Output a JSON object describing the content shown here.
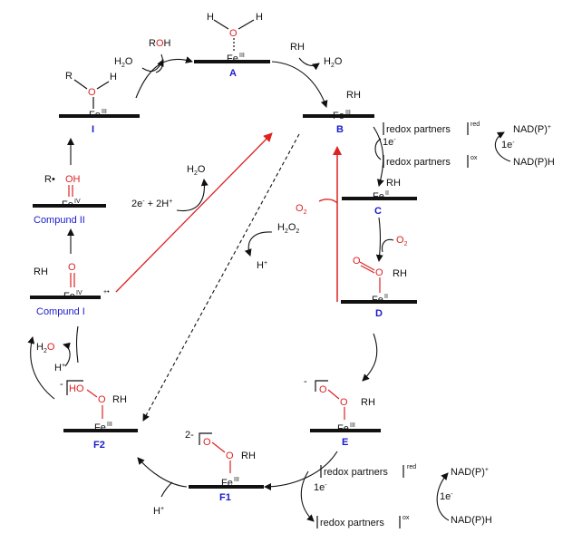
{
  "species": {
    "A": {
      "label": "A",
      "metal": "Fe",
      "ox": "III",
      "water_H": "H",
      "water_O": "O"
    },
    "B": {
      "label": "B",
      "metal": "Fe",
      "ox": "III",
      "substrate": "RH"
    },
    "C": {
      "label": "C",
      "metal": "Fe",
      "ox": "II",
      "substrate": "RH"
    },
    "D": {
      "label": "D",
      "metal": "Fe",
      "ox": "II",
      "substrate": "RH",
      "O": "O"
    },
    "E": {
      "label": "E",
      "metal": "Fe",
      "ox": "III",
      "substrate": "RH",
      "O": "O",
      "charge": "-"
    },
    "F1": {
      "label": "F1",
      "metal": "Fe",
      "ox": "III",
      "substrate": "RH",
      "O": "O",
      "charge": "2-"
    },
    "F2": {
      "label": "F2",
      "metal": "Fe",
      "ox": "III",
      "substrate": "RH",
      "O": "O",
      "HO": "HO",
      "charge": "-"
    },
    "CpdI": {
      "label": "Compund I",
      "metal": "Fe",
      "ox": "IV",
      "substrate": "RH",
      "O": "O",
      "charge": "+•"
    },
    "CpdII": {
      "label": "Compund II",
      "metal": "Fe",
      "ox": "IV",
      "radical": "R•",
      "OH": "OH"
    },
    "I": {
      "label": "I",
      "metal": "Fe",
      "ox": "III",
      "R": "R",
      "O": "O",
      "H": "H"
    }
  },
  "reagents": {
    "roh": "ROH",
    "h2o_out_top": "H2O",
    "rh_in": "RH",
    "h2o_out_B": "H2O",
    "redox_partners": "redox partners",
    "red": "red",
    "ox": "ox",
    "e1": "1e-",
    "nadp_plus": "NAD(P)+",
    "nadph": "NAD(P)H",
    "o2_in": "O2",
    "o2_out": "O2",
    "h2o2": "H2O2",
    "h_plus": "H+",
    "h2o_cpdI": "H2O",
    "h2o_mid": "H2O",
    "two_e_2h": "2e- + 2H+"
  },
  "colors": {
    "accent_red": "#dd2222",
    "label_blue": "#1a1acc"
  }
}
